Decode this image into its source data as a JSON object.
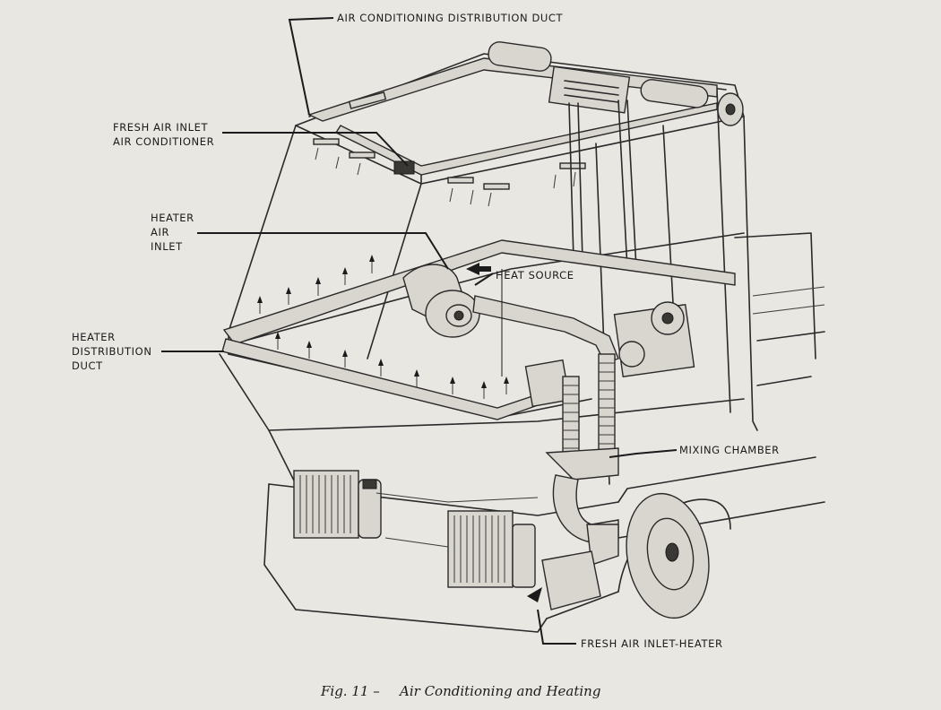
{
  "labels": {
    "ac_duct": "AIR CONDITIONING DISTRIBUTION DUCT",
    "fresh_air_ac_line1": "FRESH AIR INLET",
    "fresh_air_ac_line2": "AIR CONDITIONER",
    "heater_inlet_line1": "HEATER",
    "heater_inlet_line2": "AIR",
    "heater_inlet_line3": "INLET",
    "heat_source": "HEAT SOURCE",
    "heater_duct_line1": "HEATER",
    "heater_duct_line2": "DISTRIBUTION",
    "heater_duct_line3": "DUCT",
    "mixing_chamber": "MIXING CHAMBER",
    "fresh_air_heater": "FRESH AIR INLET-HEATER"
  },
  "caption": {
    "fig": "Fig. 11 –",
    "title": "Air Conditioning and Heating"
  },
  "colors": {
    "paper": "#e9e7e2",
    "ink": "#1b1b1b"
  }
}
